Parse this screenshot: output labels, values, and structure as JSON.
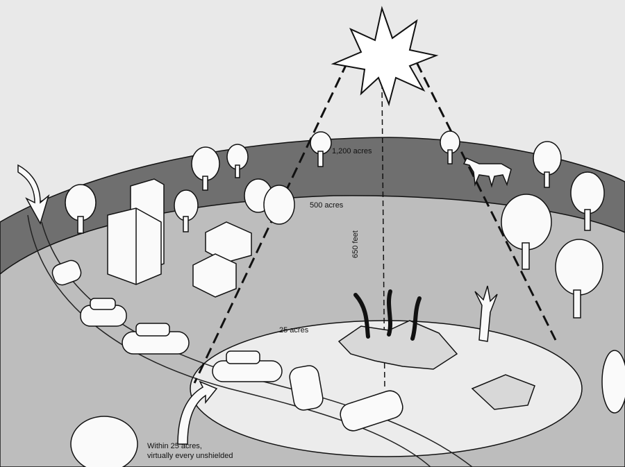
{
  "labels": {
    "ring_outer": "1,200 acres",
    "ring_middle": "500 acres",
    "ring_inner": "25 acres",
    "height": "650 feet"
  },
  "caption": {
    "line1": "Within 25 acres,",
    "line2": "virtually every unshielded"
  },
  "colors": {
    "background": "#e9e9e9",
    "outer_ring": "#6f6f6f",
    "middle_zone": "#bdbdbd",
    "ground_zero_zone": "#ececec",
    "ink": "#111111"
  }
}
